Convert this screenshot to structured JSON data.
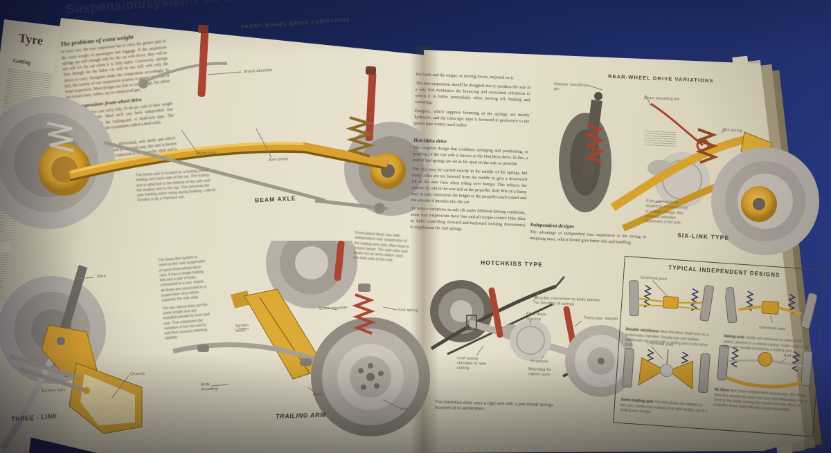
{
  "colors": {
    "background_navy": "#1a2658",
    "page_cream": "#e4ddc8",
    "accent_yellow": "#d9a22f",
    "accent_red": "#ac4434",
    "ink": "#3d3930"
  },
  "book": {
    "title": "Suspension/systems for the rear wheels",
    "under_page": {
      "title": "Tyre",
      "heading": "Getting"
    },
    "left_page": {
      "column": {
        "heading": "The problems of extra weight",
        "para1": "In most cars, the rear suspension has to carry the greater part of the extra weight of passengers and luggage. If the suspension springs are stiff enough only for the car with driver, they will be too soft for the car when it is fully laden. Conversely, springs firm enough for the laden car will be too stiff with only the driver to carry. Designers strike the compromise accordingly. In fact, the variety of rear suspension systems is greater than that of front suspension. Most designs use leaf or coil springs, but others use torsion bars, rubber, air or compressed gas.",
        "sub1": "Rear suspension: front-wheel drive",
        "para2": "Front-wheel drive cars carry only 35-40 per cent of their weight on the rear wheels. Most such cars have independent rear suspension of either the trailing-arm or dead-axle type. The alternative is a beam axle (sometimes called a dead axle).",
        "sub2": "Live axle",
        "para3": "When the right-angle drive, differential, axle shafts and wheel-hub mountings are combined in one rigid unit, this unit is known as a live axle. The axle is connected to the propeller shaft and is attached to the vehicle structure in such a way that it can move up and down on its springs and cope with bumps."
      },
      "fwd_diagram": {
        "title": "FRONT-WHEEL DRIVE VARIATIONS",
        "label_shock": "Shock absorber",
        "label_watts": "Watts links",
        "label_axle": "Axle beam",
        "caption_title": "BEAM AXLE",
        "caption": "The beam axle is located by a trailing and a leading arm each side of the car. The trailing arm is attached to the bottom of the axle and the leading arm to the top. This prevents the axle twisting when rising during braking. Lateral location is by a Panhard rod."
      },
      "three_link": {
        "caption_title": "THREE - LINK",
        "label_strut": "Strut",
        "label_chassis": "Chassis",
        "label_lateral": "Lateral links",
        "text1": "The three-link system is used on the rear suspension of some front-wheel-drive cars. It has a single trailing link and a pair of links connected to a sub- frame. All three are connected to a suspension strut which supports the axle stub.",
        "text2": "The two lateral links are the same length and are installed parallel to front and rear. This minimizes the variation of toe out and in, and thus assures steering stability."
      },
      "trailing_arm": {
        "caption_title": "TRAILING ARM",
        "label_shock": "Shock absorber",
        "label_torsion": "Torsion beam",
        "label_pivot": "Pivot",
        "label_body": "Body mounting",
        "label_coil": "Coil spring",
        "label_hub": "Hub",
        "side_note": "Front-wheel-drive cars with independent rear suspension of the trailing-arm type often have a torsion beam. The axle tube and beam act as arms which carry the stub axle at the end."
      }
    },
    "right_page": {
      "col1": {
        "para1": "the loads and the torque, or turning forces, imposed on it.",
        "para2": "The rear suspension should be designed also to position the axle in a way that minimizes the bouncing and associated vibrations to which it is liable, particularly when moving off, braking and cornering.",
        "para3": "Dampers, which suppress bouncing of the springs, are mostly hydraulic, and the telescopic type is favoured in preference to the piston type widely used earlier.",
        "hotchkiss_heading": "Hotchkiss drive",
        "para4": "The simplest design that combines springing and positioning, or locating, of the rear axle is known as the Hotchkiss drive. In this, a pair of leaf springs are set as far apart on the axle as possible.",
        "para5": "The axle may be carried exactly in the middle of the springs, but many axles are set forward from the middle to give a downward tilt as the axle rises when riding over bumps. This reduces the amount by which the rear end of the propeller shaft lifts on a bump and, in turn, minimizes the height of the propeller-shaft tunnel and the amount it intrudes into the car.",
        "para6": "To reduce variations in axle tilt under different driving conditions, some rear suspensions have fore-and-aft torque-control links (that is, links controlling forward-and-backward twisting movements) to supplement the leaf springs."
      },
      "independent": {
        "heading": "Independent designs",
        "text": "The advantage of independent rear suspension is the saving in unsprung mass, which should give better ride and handling."
      },
      "rwd_diagram": {
        "title": "REAR-WHEEL DRIVE VARIATIONS",
        "label_damper_pin": "Damper mounting pin",
        "label_beam_pin": "Beam mounting pin",
        "label_coil": "Coil spring",
        "note": "If the axle has to be located by a Panhard rod or a Watts linkage, this prevents sideways movement of the axle.",
        "caption_title": "SIX-LINK TYPE"
      },
      "hotchkiss_diagram": {
        "caption_title": "HOTCHKISS TYPE",
        "label_shackle": "Shackle connection to body (allows for bending of spring)",
        "label_final_drive": "Final drive housing",
        "label_damper": "Telescopic damper",
        "label_leaf": "Leaf spring clamped to axle casing",
        "label_rear_axle": "Rear axle",
        "label_bush": "Mounting for rubber bush",
        "caption": "The Hotchkiss drive uses a rigid axle with a pair of leaf springs mounted at its extremities."
      },
      "panel": {
        "title": "TYPICAL INDEPENDENT DESIGNS",
        "items": [
          {
            "name": "Double wishbone",
            "label": "Universal joint",
            "text": "Here the drive shaft acts as a suspension member. Usually top and bottom wishbones are used with a sliding joint in the drive shaft."
          },
          {
            "name": "Swing axle",
            "label": "Universal joint",
            "text": "Shafts are enclosed by tubes (half axles), pivoted to a central casing. Outer ends of the tubes are usually located by a trailing arm."
          },
          {
            "name": "Semi-trailing arm",
            "label": "Universal joint",
            "text": "The link pivots are oblique to the car's centre line instead of at right angles, as in a trailing arm design."
          },
          {
            "name": "de Dion",
            "label": "Half shaft",
            "text": "Not a true independent suspension: the beam links the wheels but does not carry the differential; this is fixed to the body, freeing the frame from the effect of propeller thrust and reducing unsprung weight."
          }
        ]
      }
    }
  }
}
